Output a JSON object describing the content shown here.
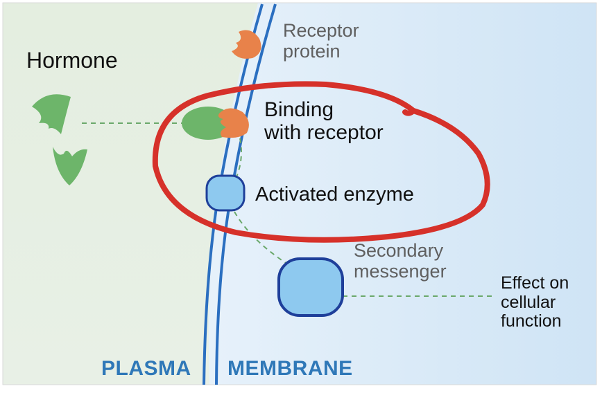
{
  "labels": {
    "hormone": "Hormone",
    "receptor_protein": "Receptor\nprotein",
    "binding_with_receptor": "Binding\nwith receptor",
    "activated_enzyme": "Activated enzyme",
    "secondary_messenger": "Secondary\nmessenger",
    "effect_on_cellular_function": "Effect on\ncellular\nfunction",
    "plasma": "PLASMA",
    "membrane": "MEMBRANE"
  },
  "colors": {
    "extracellular_bg": "#e6efe1",
    "intracellular_bg_start": "#eff6fc",
    "intracellular_bg_end": "#cfe4f5",
    "membrane_line": "#2b6fc0",
    "hormone_fill": "#6db56a",
    "receptor_fill": "#e8824a",
    "enzyme_fill": "#8ec9ef",
    "enzyme_stroke": "#1e3f9a",
    "dashed_line": "#6aa86a",
    "highlight_circle": "#d6312a"
  },
  "shapes": {
    "hormone": "hormone-molecule-shapes",
    "receptor": "receptor-protein-shape",
    "enzyme": "enzyme-shape",
    "messenger": "secondary-messenger-shape",
    "annotation": "hand-drawn-red-circle"
  }
}
